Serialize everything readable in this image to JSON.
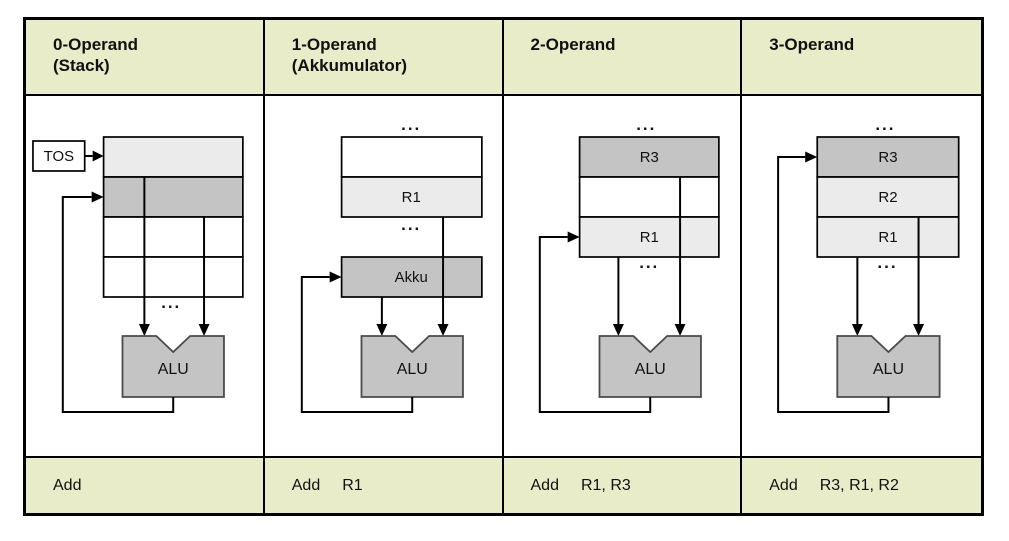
{
  "columns": [
    {
      "key": "stack",
      "header_title": "0-Operand",
      "header_subtitle": "(Stack)",
      "tos_label": "TOS",
      "dots_bottom": "...",
      "alu_label": "ALU",
      "instruction_mnemonic": "Add",
      "instruction_operands": ""
    },
    {
      "key": "akkumulator",
      "header_title": "1-Operand",
      "header_subtitle": "(Akkumulator)",
      "dots_top": "...",
      "dots_bottom": "...",
      "registers": {
        "r1": "R1"
      },
      "akku_label": "Akku",
      "alu_label": "ALU",
      "instruction_mnemonic": "Add",
      "instruction_operands": "R1"
    },
    {
      "key": "two-operand",
      "header_title": "2-Operand",
      "header_subtitle": "",
      "dots_top": "...",
      "dots_bottom": "...",
      "registers": {
        "r3": "R3",
        "r1": "R1"
      },
      "alu_label": "ALU",
      "instruction_mnemonic": "Add",
      "instruction_operands": "R1, R3"
    },
    {
      "key": "three-operand",
      "header_title": "3-Operand",
      "header_subtitle": "",
      "dots_top": "...",
      "dots_bottom": "...",
      "registers": {
        "r3": "R3",
        "r2": "R2",
        "r1": "R1"
      },
      "alu_label": "ALU",
      "instruction_mnemonic": "Add",
      "instruction_operands": "R3, R1, R2"
    }
  ],
  "colors": {
    "header_bg": "#e9ecc9",
    "cell_light": "#ebebeb",
    "cell_mid": "#c4c4c4",
    "cell_white": "#ffffff",
    "border": "#000000",
    "alu_border": "#4a4a4a",
    "text": "#111111"
  }
}
